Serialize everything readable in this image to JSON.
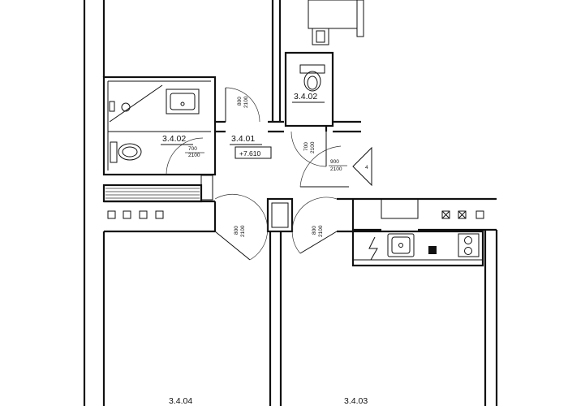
{
  "rooms": {
    "hall": "3.4.01",
    "wc": "3.4.02",
    "bathroom": "3.4.02",
    "room_left": "3.4.04",
    "room_right": "3.4.03"
  },
  "level_marker": "+7.610",
  "doors": {
    "wc_w": "700",
    "wc_h": "2100",
    "hall_w": "800",
    "hall_h": "2100",
    "bath_w": "700",
    "bath_h": "2100",
    "entry_w": "900",
    "entry_h": "2100",
    "room_left_w": "800",
    "room_left_h": "2100",
    "room_right_w": "800",
    "room_right_h": "2100"
  },
  "section_marker": "4",
  "icons": {
    "toilet": "toilet-icon",
    "sink": "sink-icon",
    "shower": "shower-icon",
    "stove": "stove-icon",
    "electric": "electric-symbol-icon"
  }
}
